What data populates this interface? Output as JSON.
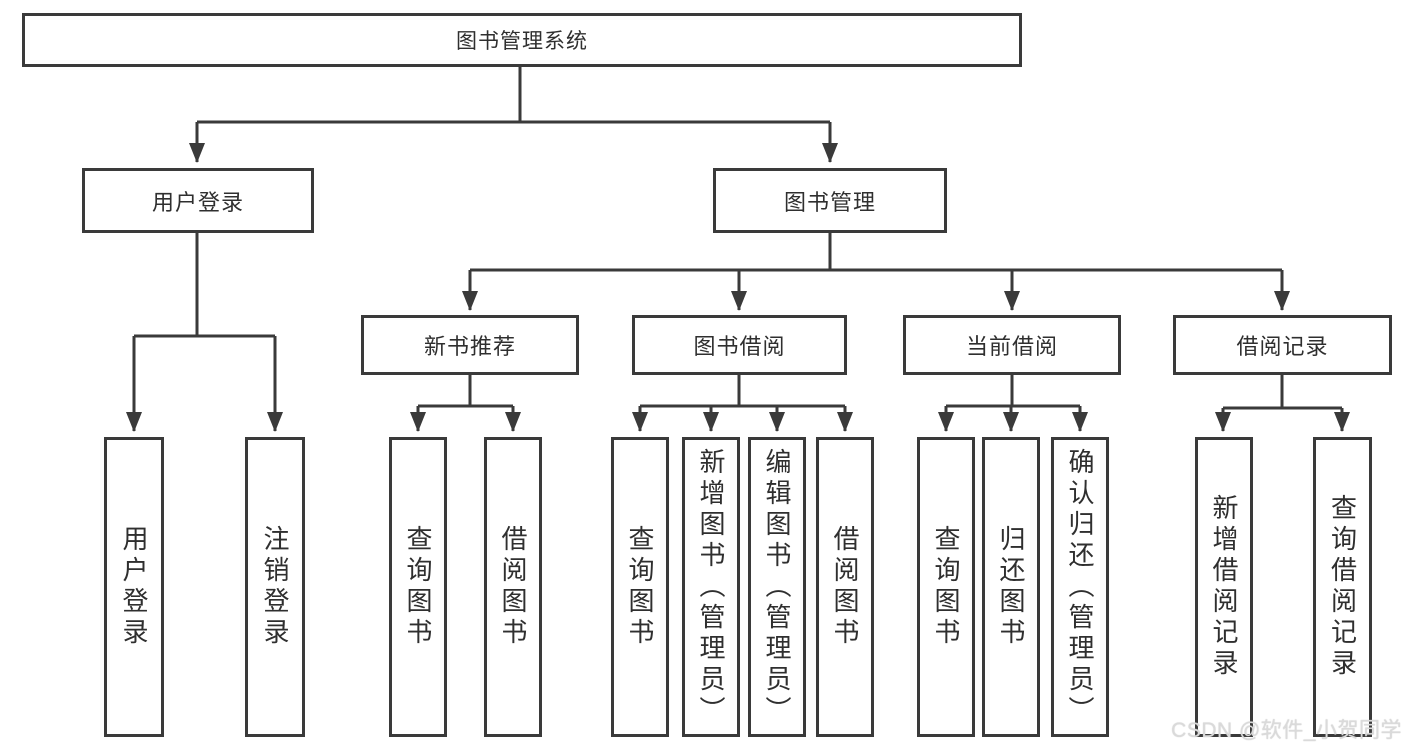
{
  "diagram": {
    "root": "图书管理系统",
    "level2": {
      "user_login": "用户登录",
      "book_mgmt": "图书管理"
    },
    "level3": {
      "new_books": "新书推荐",
      "borrowing": "图书借阅",
      "current": "当前借阅",
      "records": "借阅记录"
    },
    "leaves": {
      "login": "用户登录",
      "logout": "注销登录",
      "nb_query": "查询图书",
      "nb_borrow": "借阅图书",
      "br_query": "查询图书",
      "br_add": "新增图书（管理员）",
      "br_edit": "编辑图书（管理员）",
      "br_borrow": "借阅图书",
      "cur_query": "查询图书",
      "cur_return": "归还图书",
      "cur_confirm": "确认归还（管理员）",
      "rec_add": "新增借阅记录",
      "rec_query": "查询借阅记录"
    }
  },
  "watermark": {
    "text": "CSDN @软件_小贺同学"
  },
  "colors": {
    "line": "#3a3a3a",
    "background": "#ffffff",
    "watermark": "#dadada"
  }
}
